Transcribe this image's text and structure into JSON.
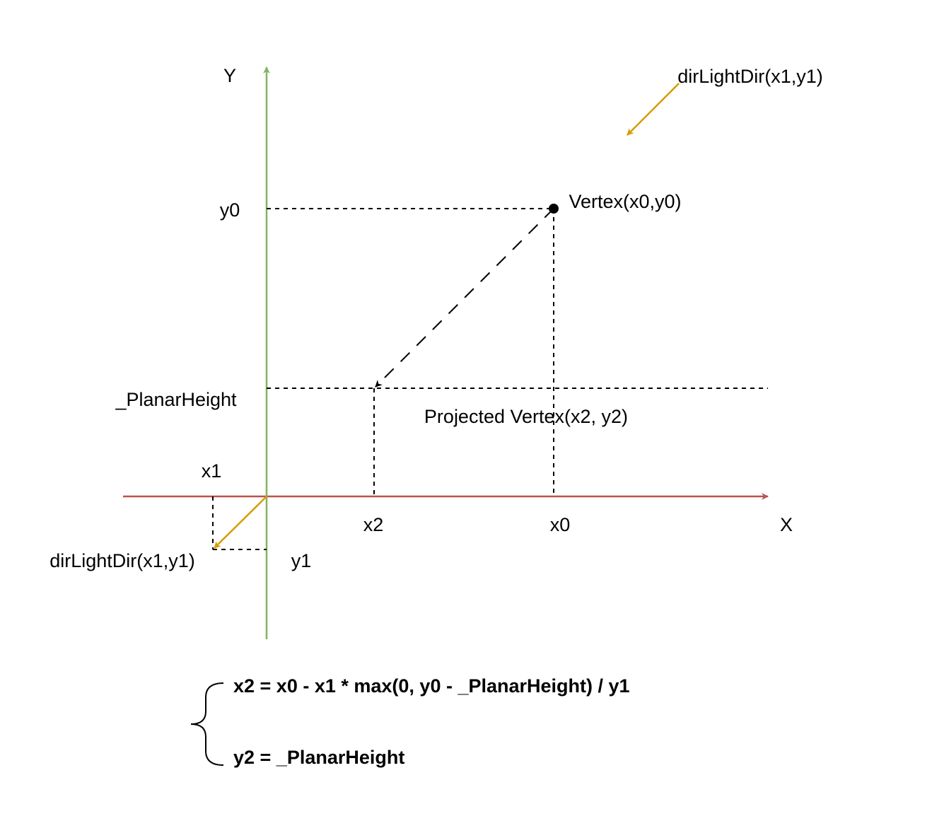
{
  "labels": {
    "y_axis": "Y",
    "x_axis": "X",
    "light_dir_top": "dirLightDir(x1,y1)",
    "light_dir_bottom": "dirLightDir(x1,y1)",
    "vertex": "Vertex(x0,y0)",
    "projected_vertex": "Projected Vertex(x2, y2)",
    "y0": "y0",
    "planar_height": "_PlanarHeight",
    "x1": "x1",
    "x2": "x2",
    "x0": "x0",
    "y1": "y1"
  },
  "equations": {
    "x2": "x2 = x0 - x1 * max(0, y0 - _PlanarHeight) / y1",
    "y2": "y2 = _PlanarHeight"
  },
  "colors": {
    "x_axis": "#b85450",
    "y_axis": "#82b366",
    "light_arrow": "#d79b00",
    "guide": "#000000"
  }
}
